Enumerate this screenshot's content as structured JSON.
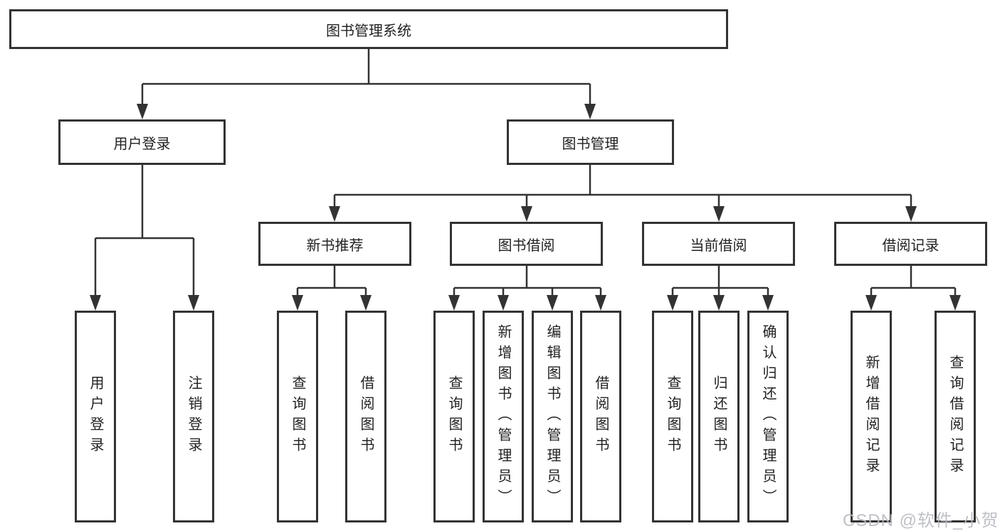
{
  "diagram": {
    "root": {
      "label": "图书管理系统"
    },
    "user_login": {
      "label": "用户登录",
      "leaves": [
        {
          "label": "用户登录"
        },
        {
          "label": "注销登录"
        }
      ]
    },
    "book_management": {
      "label": "图书管理",
      "groups": [
        {
          "label": "新书推荐",
          "leaves": [
            {
              "label": "查询图书"
            },
            {
              "label": "借阅图书"
            }
          ]
        },
        {
          "label": "图书借阅",
          "leaves": [
            {
              "label": "查询图书"
            },
            {
              "label": "新增图书（管理员）"
            },
            {
              "label": "编辑图书（管理员）"
            },
            {
              "label": "借阅图书"
            }
          ]
        },
        {
          "label": "当前借阅",
          "leaves": [
            {
              "label": "查询图书"
            },
            {
              "label": "归还图书"
            },
            {
              "label": "确认归还（管理员）"
            }
          ]
        },
        {
          "label": "借阅记录",
          "leaves": [
            {
              "label": "新增借阅记录"
            },
            {
              "label": "查询借阅记录"
            }
          ]
        }
      ]
    }
  },
  "watermark": "CSDN @软件_小贺同学",
  "colors": {
    "line": "#333333",
    "box_border": "#333333",
    "text": "#222222",
    "background": "#ffffff",
    "watermark": "#b7bac0"
  }
}
